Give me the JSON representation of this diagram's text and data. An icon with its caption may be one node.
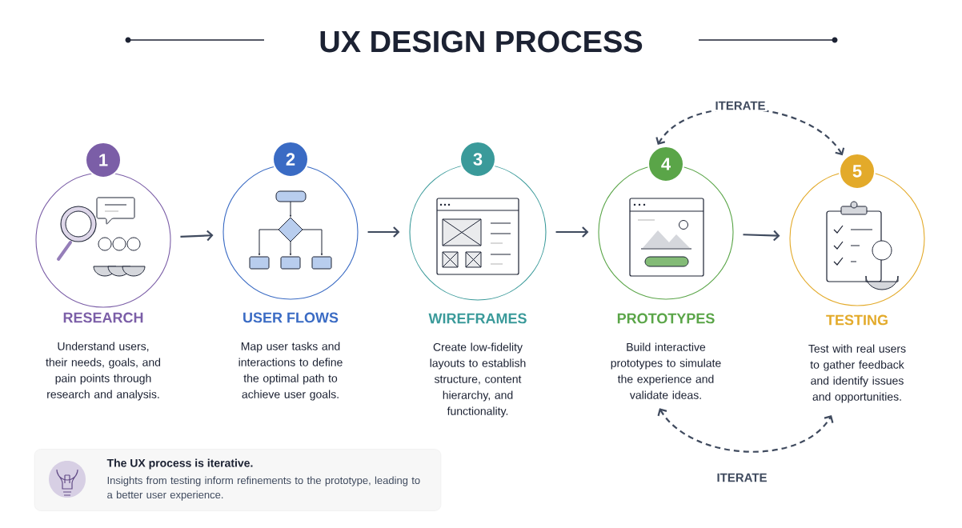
{
  "diagram": {
    "title": "UX DESIGN PROCESS",
    "nodes": [
      {
        "text": [
          "1"
        ]
      },
      {
        "text": [
          "RESEARCH",
          "Understand users, their needs, goals, and pain points through research and analysis."
        ]
      },
      {
        "text": [
          "2"
        ]
      },
      {
        "text": [
          "USER FLOWS",
          "Map user tasks and interactions to define the optimal path to achieve user goals."
        ]
      },
      {
        "text": [
          "3"
        ]
      },
      {
        "text": [
          "WIREFRAMES",
          "Create low-fidelity layouts to establish structure, content hierarchy, and functionality."
        ]
      },
      {
        "text": [
          "4"
        ]
      },
      {
        "text": [
          "PROTOTYPES",
          "Build interactive prototypes to simulate the experience and validate ideas."
        ]
      },
      {
        "text": [
          "5"
        ]
      },
      {
        "text": [
          "TESTING",
          "Test with real users to gather feedback and identify issues and opportunities."
        ]
      },
      {
        "text": [
          "The UX process is iterative.",
          "Insights from testing inform refinements to the prototype, leading to a better user experience."
        ]
      }
    ],
    "edges": [
      {
        "from": 1,
        "to": 3,
        "arrow": "to"
      },
      {
        "from": 3,
        "to": 5,
        "arrow": "to"
      },
      {
        "from": 5,
        "to": 7,
        "arrow": "to"
      },
      {
        "from": 7,
        "to": 9,
        "arrow": "to"
      },
      {
        "from": 6,
        "to": 8,
        "arrow": "both",
        "style": "dashed",
        "label": "ITERATE"
      },
      {
        "from": 7,
        "to": 9,
        "arrow": "both",
        "style": "dashed",
        "label": "ITERATE"
      }
    ]
  }
}
